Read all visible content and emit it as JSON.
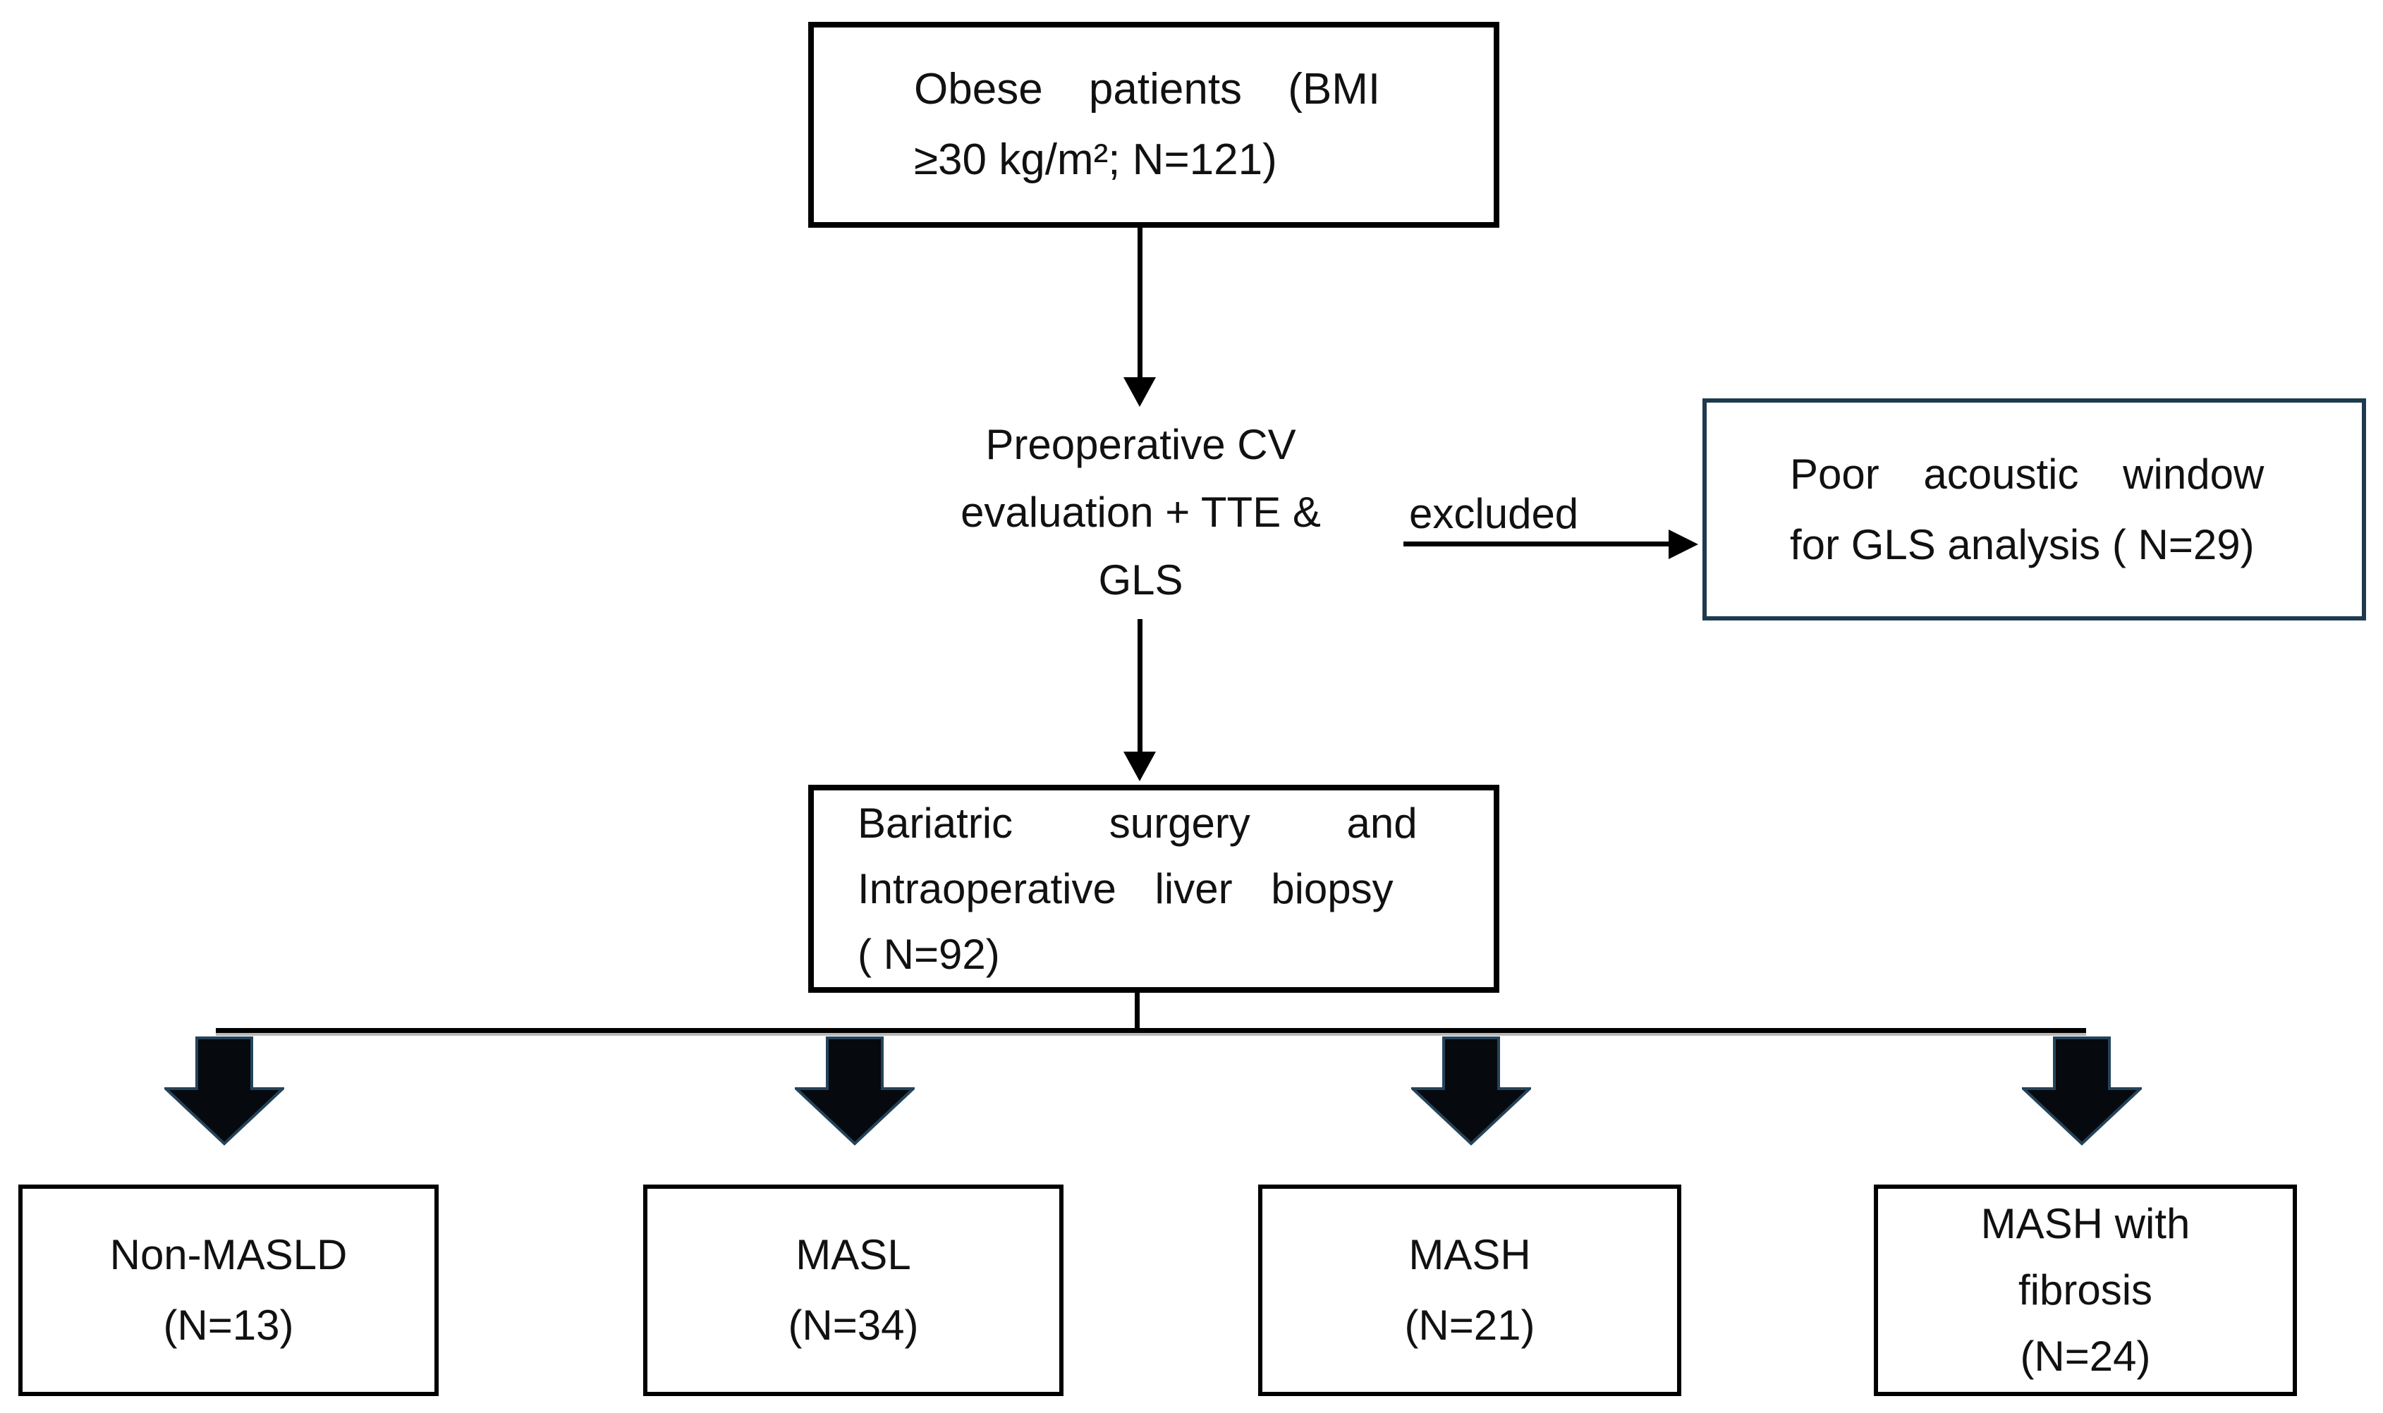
{
  "flowchart": {
    "top_box": {
      "lines": [
        "Obese patients (BMI",
        "≥30 kg/m²; N=121)"
      ]
    },
    "preop_text": {
      "lines": [
        "Preoperative CV",
        "evaluation + TTE &",
        "GLS"
      ]
    },
    "excluded_label": "excluded",
    "excluded_box": {
      "lines": [
        "Poor acoustic window",
        "for GLS analysis ( N=29)"
      ]
    },
    "surgery_box": {
      "lines": [
        "Bariatric surgery and",
        "Intraoperative liver biopsy",
        "( N=92)"
      ]
    },
    "outcome_boxes": [
      {
        "lines": [
          "Non-MASLD",
          "(N=13)"
        ]
      },
      {
        "lines": [
          "MASL",
          "(N=34)"
        ]
      },
      {
        "lines": [
          "MASH",
          "(N=21)"
        ]
      },
      {
        "lines": [
          "MASH with",
          "fibrosis",
          "(N=24)"
        ]
      }
    ],
    "colors": {
      "background": "#ffffff",
      "box_border": "#000000",
      "excluded_box_border": "#1e3a4e",
      "arrow_fill": "#06090d",
      "arrow_outline": "#24435a"
    }
  }
}
